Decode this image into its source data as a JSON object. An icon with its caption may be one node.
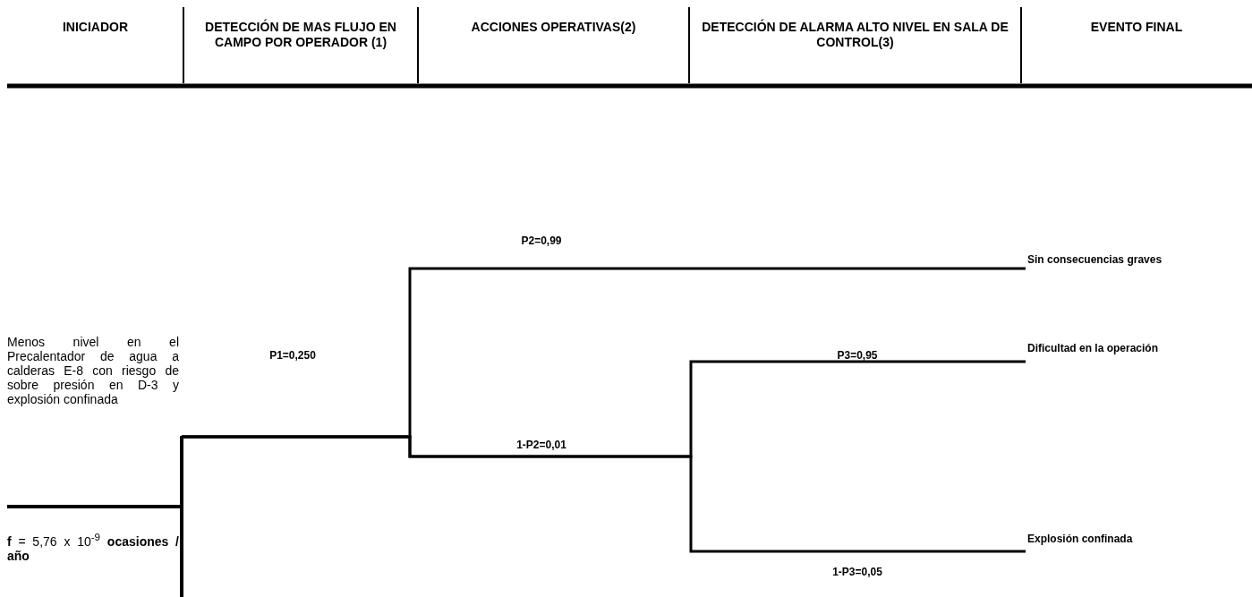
{
  "diagram": {
    "nodes": [
      {
        "text": [
          "Menos nivel en el Precalentador de agua a calderas E-8 con riesgo de sobre presión en D-3 y explosión confinada"
        ]
      },
      {
        "text": [
          "**f** = 5,76 x 10$^{-9}$ **ocasiones / año**"
        ]
      },
      {
        "text": [
          "Sin consecuencias graves"
        ]
      },
      {
        "text": [
          "Dificultad en la operación"
        ]
      },
      {
        "text": [
          "Explosión confinada"
        ]
      }
    ],
    "edges": [
      {
        "from": 0,
        "to": 2,
        "arrow": "none"
      },
      {
        "from": 0,
        "to": 3,
        "arrow": "none"
      },
      {
        "from": 0,
        "to": 4,
        "arrow": "none"
      }
    ],
    "labels": [
      "INICIADOR",
      "DETECCIÓN DE MAS FLUJO EN CAMPO POR OPERADOR (1)",
      "ACCIONES OPERATIVAS(2)",
      "DETECCIÓN DE ALARMA ALTO NIVEL EN SALA DE CONTROL(3)",
      "EVENTO FINAL",
      "P2=0,99",
      "P1=0,250",
      "P3=0,95",
      "1-P2=0,01",
      "1-P3=0,05"
    ]
  }
}
